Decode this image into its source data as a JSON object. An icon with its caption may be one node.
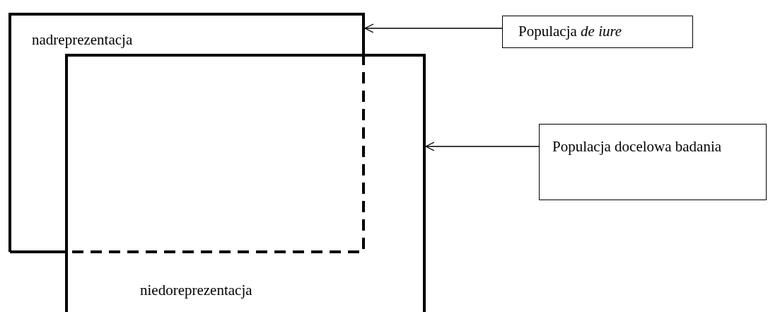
{
  "diagram": {
    "nodes": [
      {
        "text": [],
        "shape": "box"
      },
      {
        "text": [],
        "shape": "box"
      },
      {
        "text": [
          "Populacja *de iure*"
        ]
      },
      {
        "text": [
          "Populacja docelowa badania"
        ]
      }
    ],
    "edges": [
      {
        "from": 2,
        "to": 0,
        "arrow": "to"
      },
      {
        "from": 3,
        "to": 1,
        "arrow": "to"
      }
    ],
    "labels": [
      "nadreprezentacja",
      "niedoreprezentacja"
    ]
  }
}
